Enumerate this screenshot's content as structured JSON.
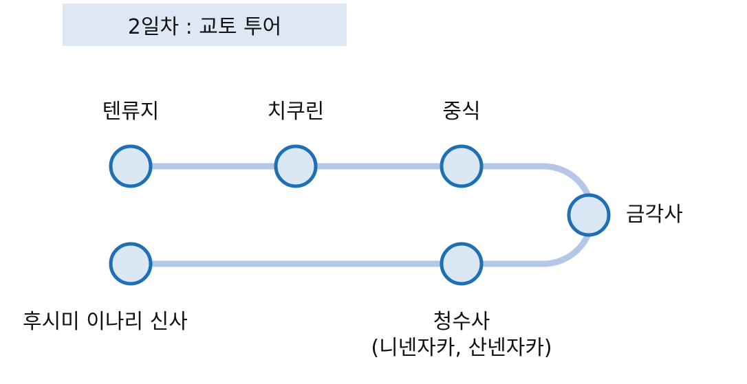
{
  "title": "2일차 : 교토 투어",
  "colors": {
    "title_bg": "#dde8f4",
    "path": "#b4c7e7",
    "node_fill": "#dae7f5",
    "node_stroke": "#1f6fb5"
  },
  "stops": [
    {
      "name": "텐류지"
    },
    {
      "name": "치쿠린"
    },
    {
      "name": "중식"
    },
    {
      "name": "금각사"
    },
    {
      "name": "청수사",
      "note": "(니넨자카, 산넨자카)"
    },
    {
      "name": "후시미 이나리 신사"
    }
  ]
}
